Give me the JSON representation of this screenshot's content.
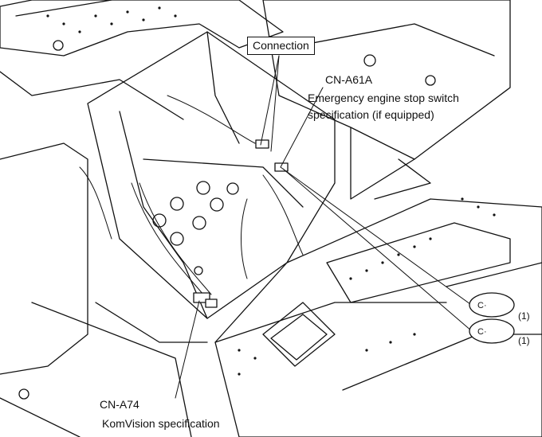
{
  "callouts": {
    "connection": "Connection",
    "cn_a61a": "CN-A61A",
    "emergency_line1": "Emergency engine stop switch",
    "emergency_line2": "specification (if equipped)",
    "cn_a74": "CN-A74",
    "komvision": "KomVision specification",
    "oval1": "C·",
    "oval2": "C·",
    "ref1": "(1)",
    "ref2": "(1)"
  },
  "colors": {
    "line": "#111111",
    "background": "#ffffff"
  }
}
